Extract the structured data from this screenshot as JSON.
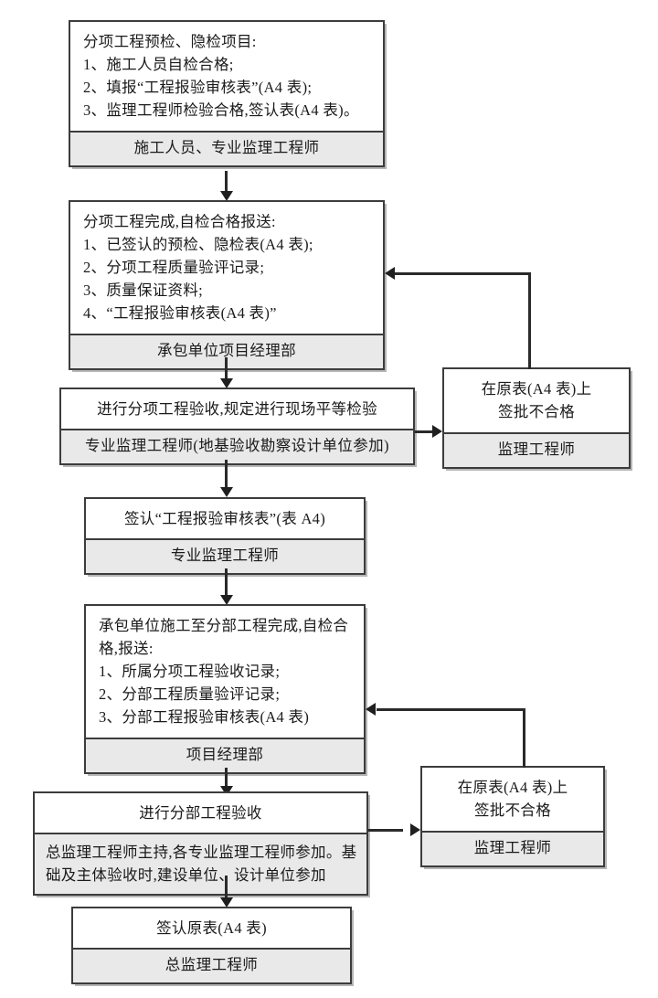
{
  "diagram": {
    "title": "分项/分部工程验收报验流程图",
    "colors": {
      "box_border": "#3c3c3c",
      "box_fill": "#ffffff",
      "role_fill": "#e9e9e9",
      "connector": "#2a2a2a",
      "page_background": "#ffffff"
    },
    "nodes": [
      {
        "id": "n1",
        "name": "pre-inspection-items",
        "lines": [
          "分项工程预检、隐检项目:",
          "1、施工人员自检合格;",
          "2、填报“工程报验审核表”(A4 表);",
          "3、监理工程师检验合格,签认表(A4 表)。"
        ],
        "role": "施工人员、专业监理工程师"
      },
      {
        "id": "n2",
        "name": "subitem-completion-submission",
        "lines": [
          "分项工程完成,自检合格报送:",
          "1、已签认的预检、隐检表(A4 表);",
          "2、分项工程质量验评记录;",
          "3、质量保证资料;",
          "4、“工程报验审核表(A4 表)”"
        ],
        "role": "承包单位项目经理部"
      },
      {
        "id": "n3",
        "name": "subitem-acceptance",
        "lines": [
          "进行分项工程验收,规定进行现场平等检验"
        ],
        "role": "专业监理工程师(地基验收勘察设计单位参加)"
      },
      {
        "id": "n4",
        "name": "sign-review-form",
        "lines": [
          "签认“工程报验审核表”(表 A4)"
        ],
        "role": "专业监理工程师"
      },
      {
        "id": "n5",
        "name": "division-completion-submission",
        "lines": [
          "承包单位施工至分部工程完成,自检合",
          "格,报送:",
          "1、所属分项工程验收记录;",
          "2、分部工程质量验评记录;",
          "3、分部工程报验审核表(A4 表)"
        ],
        "role": "项目经理部"
      },
      {
        "id": "n6",
        "name": "division-acceptance",
        "lines": [
          "进行分部工程验收"
        ],
        "role_lines": [
          "总监理工程师主持,各专业监理工程师参加。基",
          "础及主体验收时,建设单位、设计单位参加"
        ]
      },
      {
        "id": "n7",
        "name": "sign-original-form",
        "lines": [
          "签认原表(A4 表)"
        ],
        "role": "总监理工程师"
      },
      {
        "id": "r1",
        "name": "reject-subitem",
        "lines": [
          "在原表(A4 表)上",
          "签批不合格"
        ],
        "role": "监理工程师"
      },
      {
        "id": "r2",
        "name": "reject-division",
        "lines": [
          "在原表(A4 表)上",
          "签批不合格"
        ],
        "role": "监理工程师"
      }
    ]
  }
}
